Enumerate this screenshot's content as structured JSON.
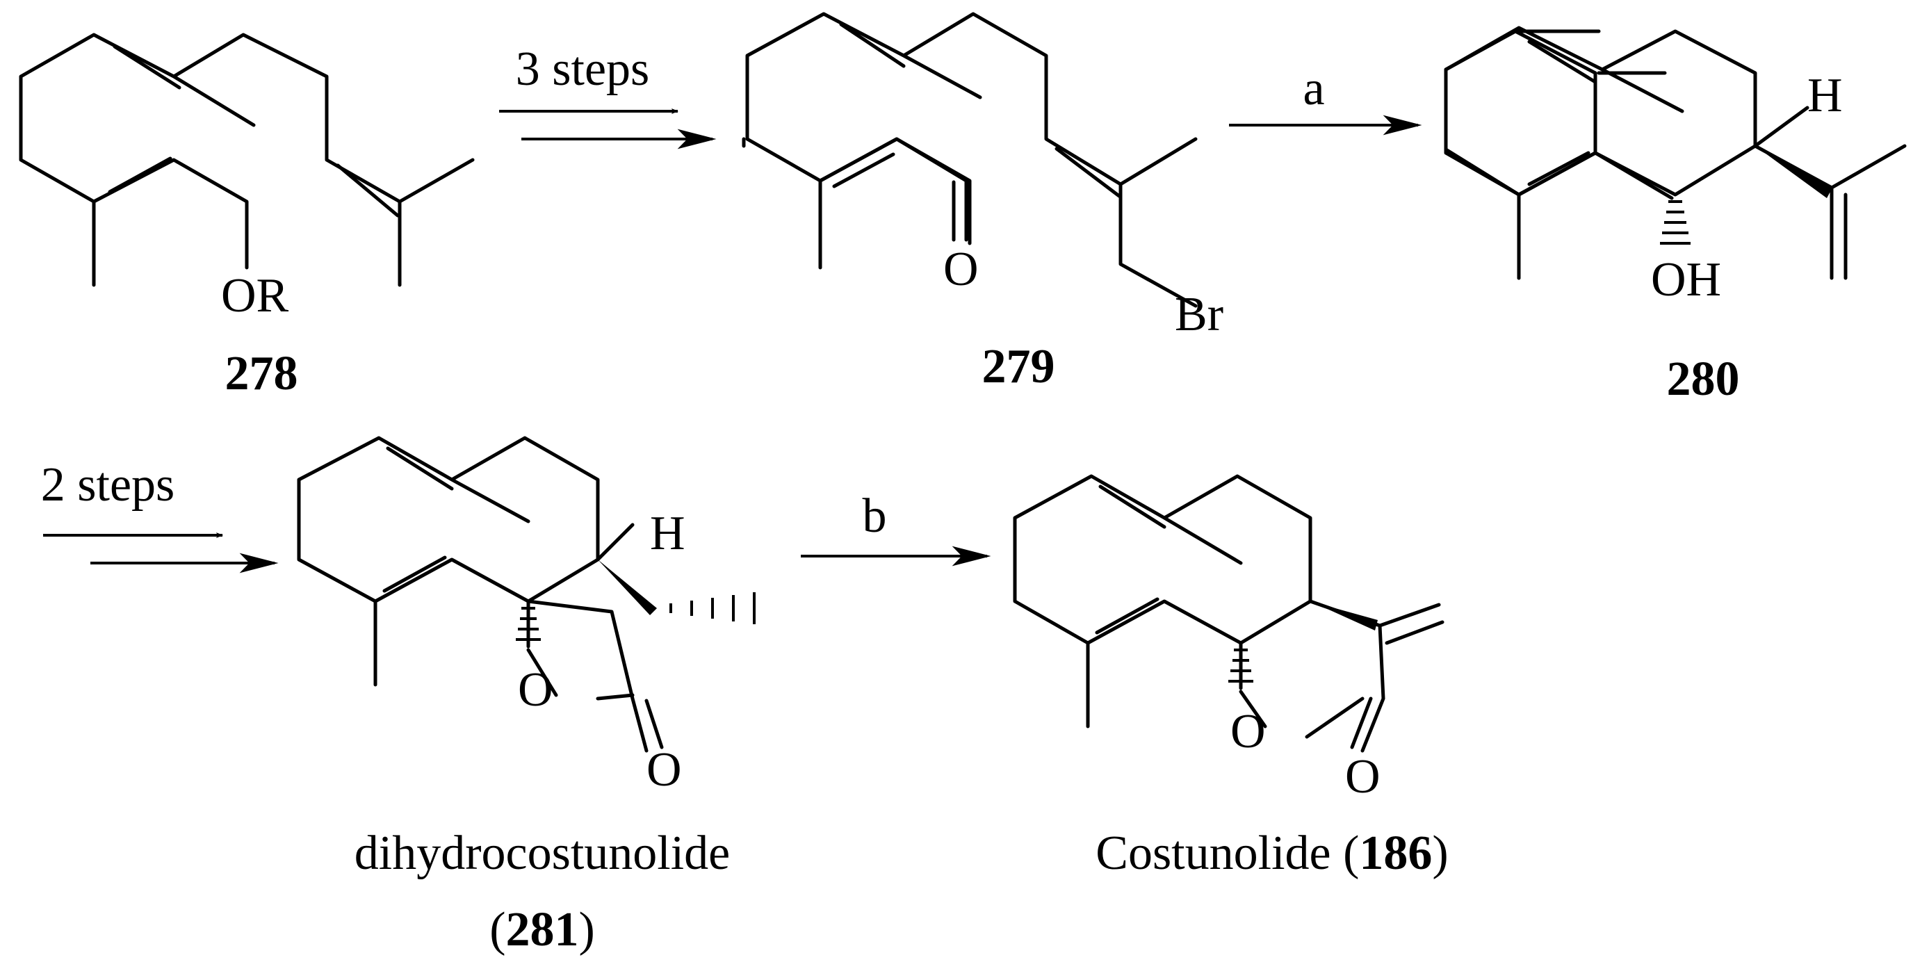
{
  "arrows": {
    "arrow1": "3 steps",
    "arrow2": "a",
    "arrow3": "2 steps",
    "arrow4": "b"
  },
  "compounds": {
    "c278": {
      "number": "278",
      "atoms": {
        "o": "OR"
      }
    },
    "c279": {
      "number": "279",
      "atoms": {
        "o": "O",
        "br": "Br"
      }
    },
    "c280": {
      "number": "280",
      "atoms": {
        "h": "H",
        "oh": "OH"
      }
    },
    "c281": {
      "name": "dihydrocostunolide",
      "open": "(",
      "number": "281",
      "close": ")",
      "atoms": {
        "h": "H",
        "o_ring": "O",
        "o_carbonyl": "O"
      }
    },
    "c186": {
      "name": "Costunolide",
      "open": "(",
      "number": "186",
      "close": ")",
      "atoms": {
        "o_ring": "O",
        "o_carbonyl": "O"
      }
    }
  }
}
